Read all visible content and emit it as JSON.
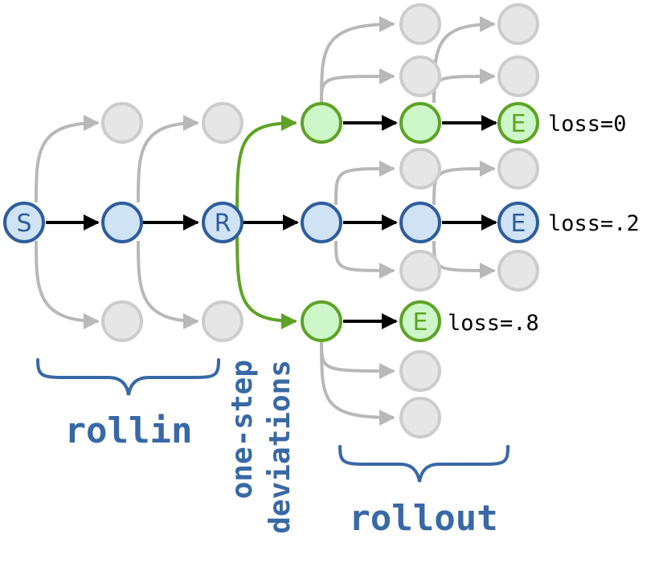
{
  "colors": {
    "gray_edge": "#b8b8b8",
    "gray_fill": "#e6e6e6",
    "gray_stroke": "#cccccc",
    "blue_fill": "#cfe3f5",
    "blue_stroke": "#2e5d9c",
    "green_fill": "#cdf7c8",
    "green_stroke": "#5ea325",
    "black": "#000000",
    "label_blue": "#3868a6"
  },
  "nodes": {
    "start": "S",
    "rollin_end": "R",
    "end_top": "E",
    "end_middle": "E",
    "end_bottom": "E"
  },
  "losses": {
    "top": "loss=0",
    "middle": "loss=.2",
    "bottom": "loss=.8"
  },
  "labels": {
    "rollin": "rollin",
    "rollout": "rollout",
    "deviations_line1": "one-step",
    "deviations_line2": "deviations"
  }
}
